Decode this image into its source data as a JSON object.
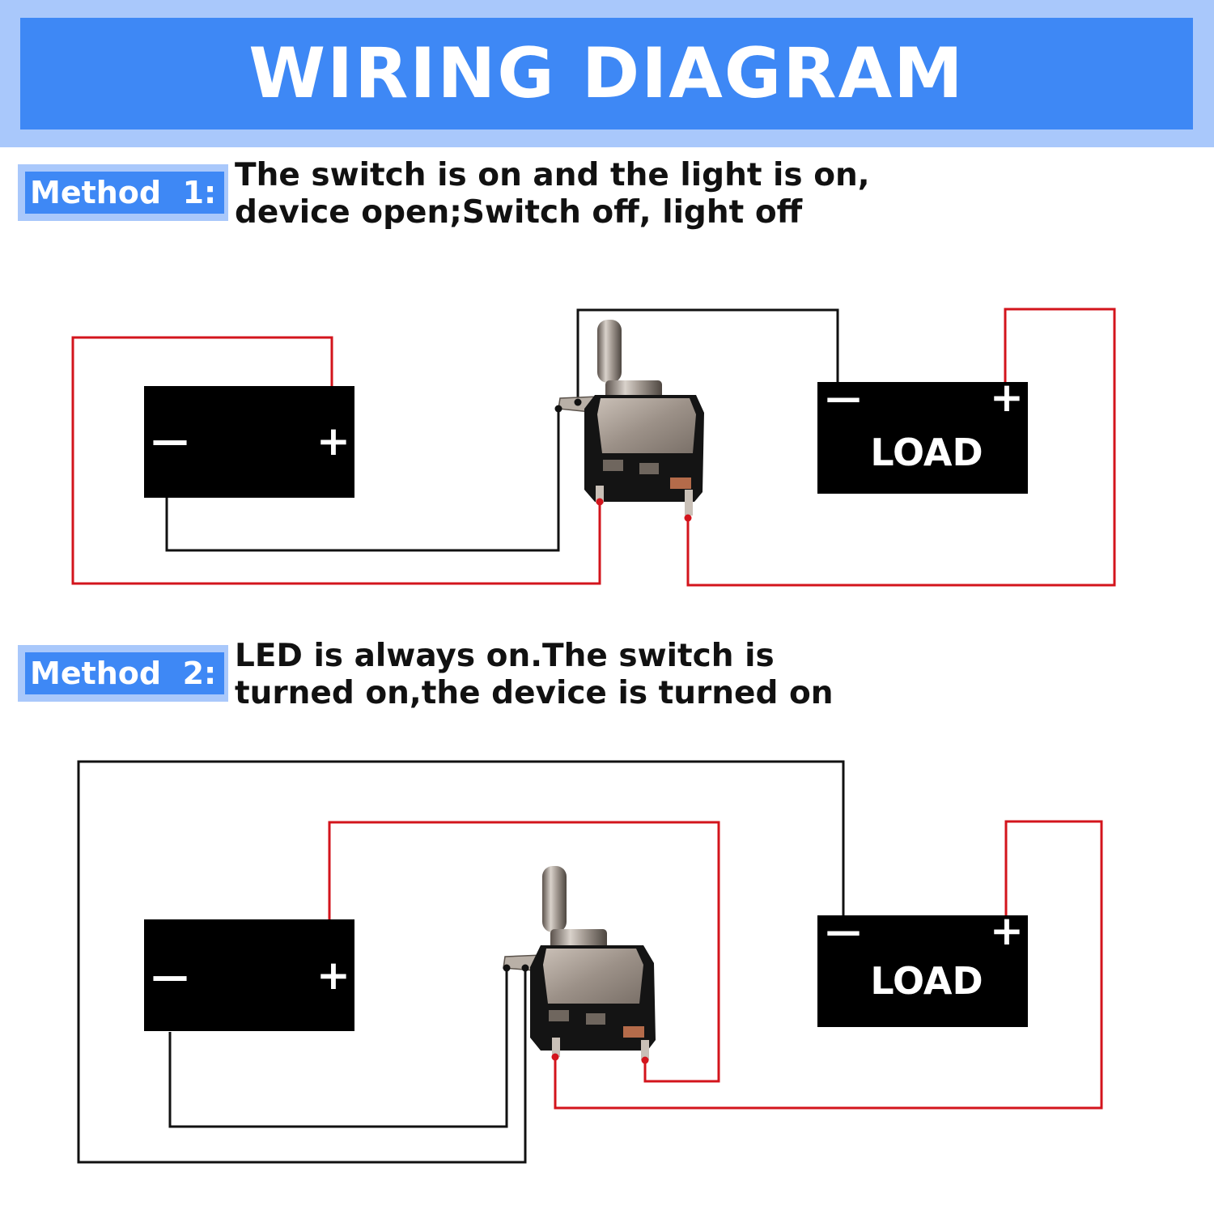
{
  "header": {
    "title": "WIRING DIAGRAM"
  },
  "method1": {
    "tag": "Method  1:",
    "line1": "The switch is on and the light is on,",
    "line2": "device open;Switch off, light off",
    "battery": {
      "minus": "—",
      "plus": "+"
    },
    "load": {
      "label": "LOAD",
      "minus": "—",
      "plus": "+"
    }
  },
  "method2": {
    "tag": "Method  2:",
    "line1": "LED is always on.The switch is",
    "line2": "turned on,the device is turned on",
    "battery": {
      "minus": "—",
      "plus": "+"
    },
    "load": {
      "label": "LOAD",
      "minus": "—",
      "plus": "+"
    }
  },
  "colors": {
    "header_blue": "#3e88f5",
    "header_light": "#a9c8fb",
    "wire_red": "#d3141c",
    "wire_black": "#111111",
    "component": "#000000"
  }
}
